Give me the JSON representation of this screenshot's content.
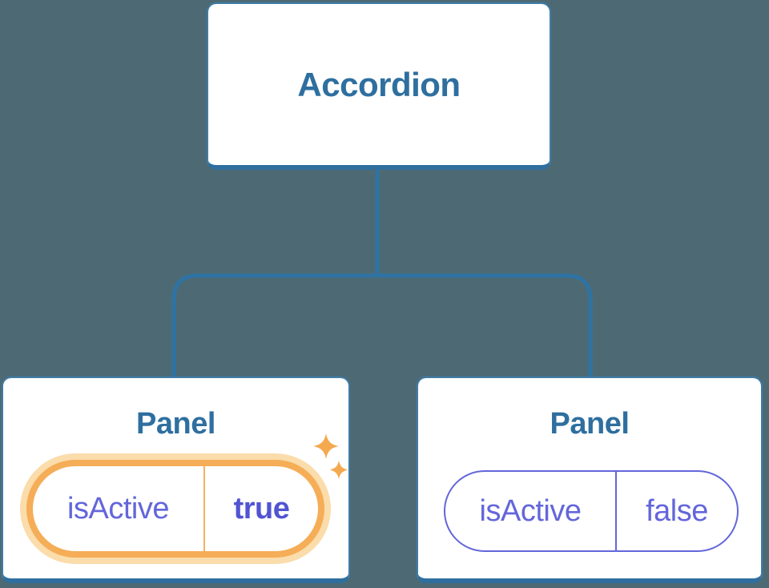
{
  "diagram": {
    "description": "Component tree showing an Accordion parent with two Panel children holding isActive state",
    "tree": {
      "root": {
        "label": "Accordion"
      },
      "children": [
        {
          "label": "Panel",
          "state": {
            "name": "isActive",
            "value": "true",
            "highlighted": true
          }
        },
        {
          "label": "Panel",
          "state": {
            "name": "isActive",
            "value": "false",
            "highlighted": false
          }
        }
      ]
    },
    "icons": {
      "sparkle_large": "sparkle-icon",
      "sparkle_small": "sparkle-icon"
    },
    "colors": {
      "background": "#4d6a74",
      "card_background": "#ffffff",
      "card_border": "#3f7ca8",
      "card_border_bottom": "#2f6f9f",
      "connector_line": "#2e73a4",
      "title_text": "#2e6f9f",
      "state_indigo": "#6366da",
      "state_value_bold": "#5154d2",
      "highlight_ring": "#f5ad57",
      "highlight_glow": "#fbdcab",
      "highlight_divider": "#f3b160",
      "sparkle": "#f4a94e"
    }
  }
}
